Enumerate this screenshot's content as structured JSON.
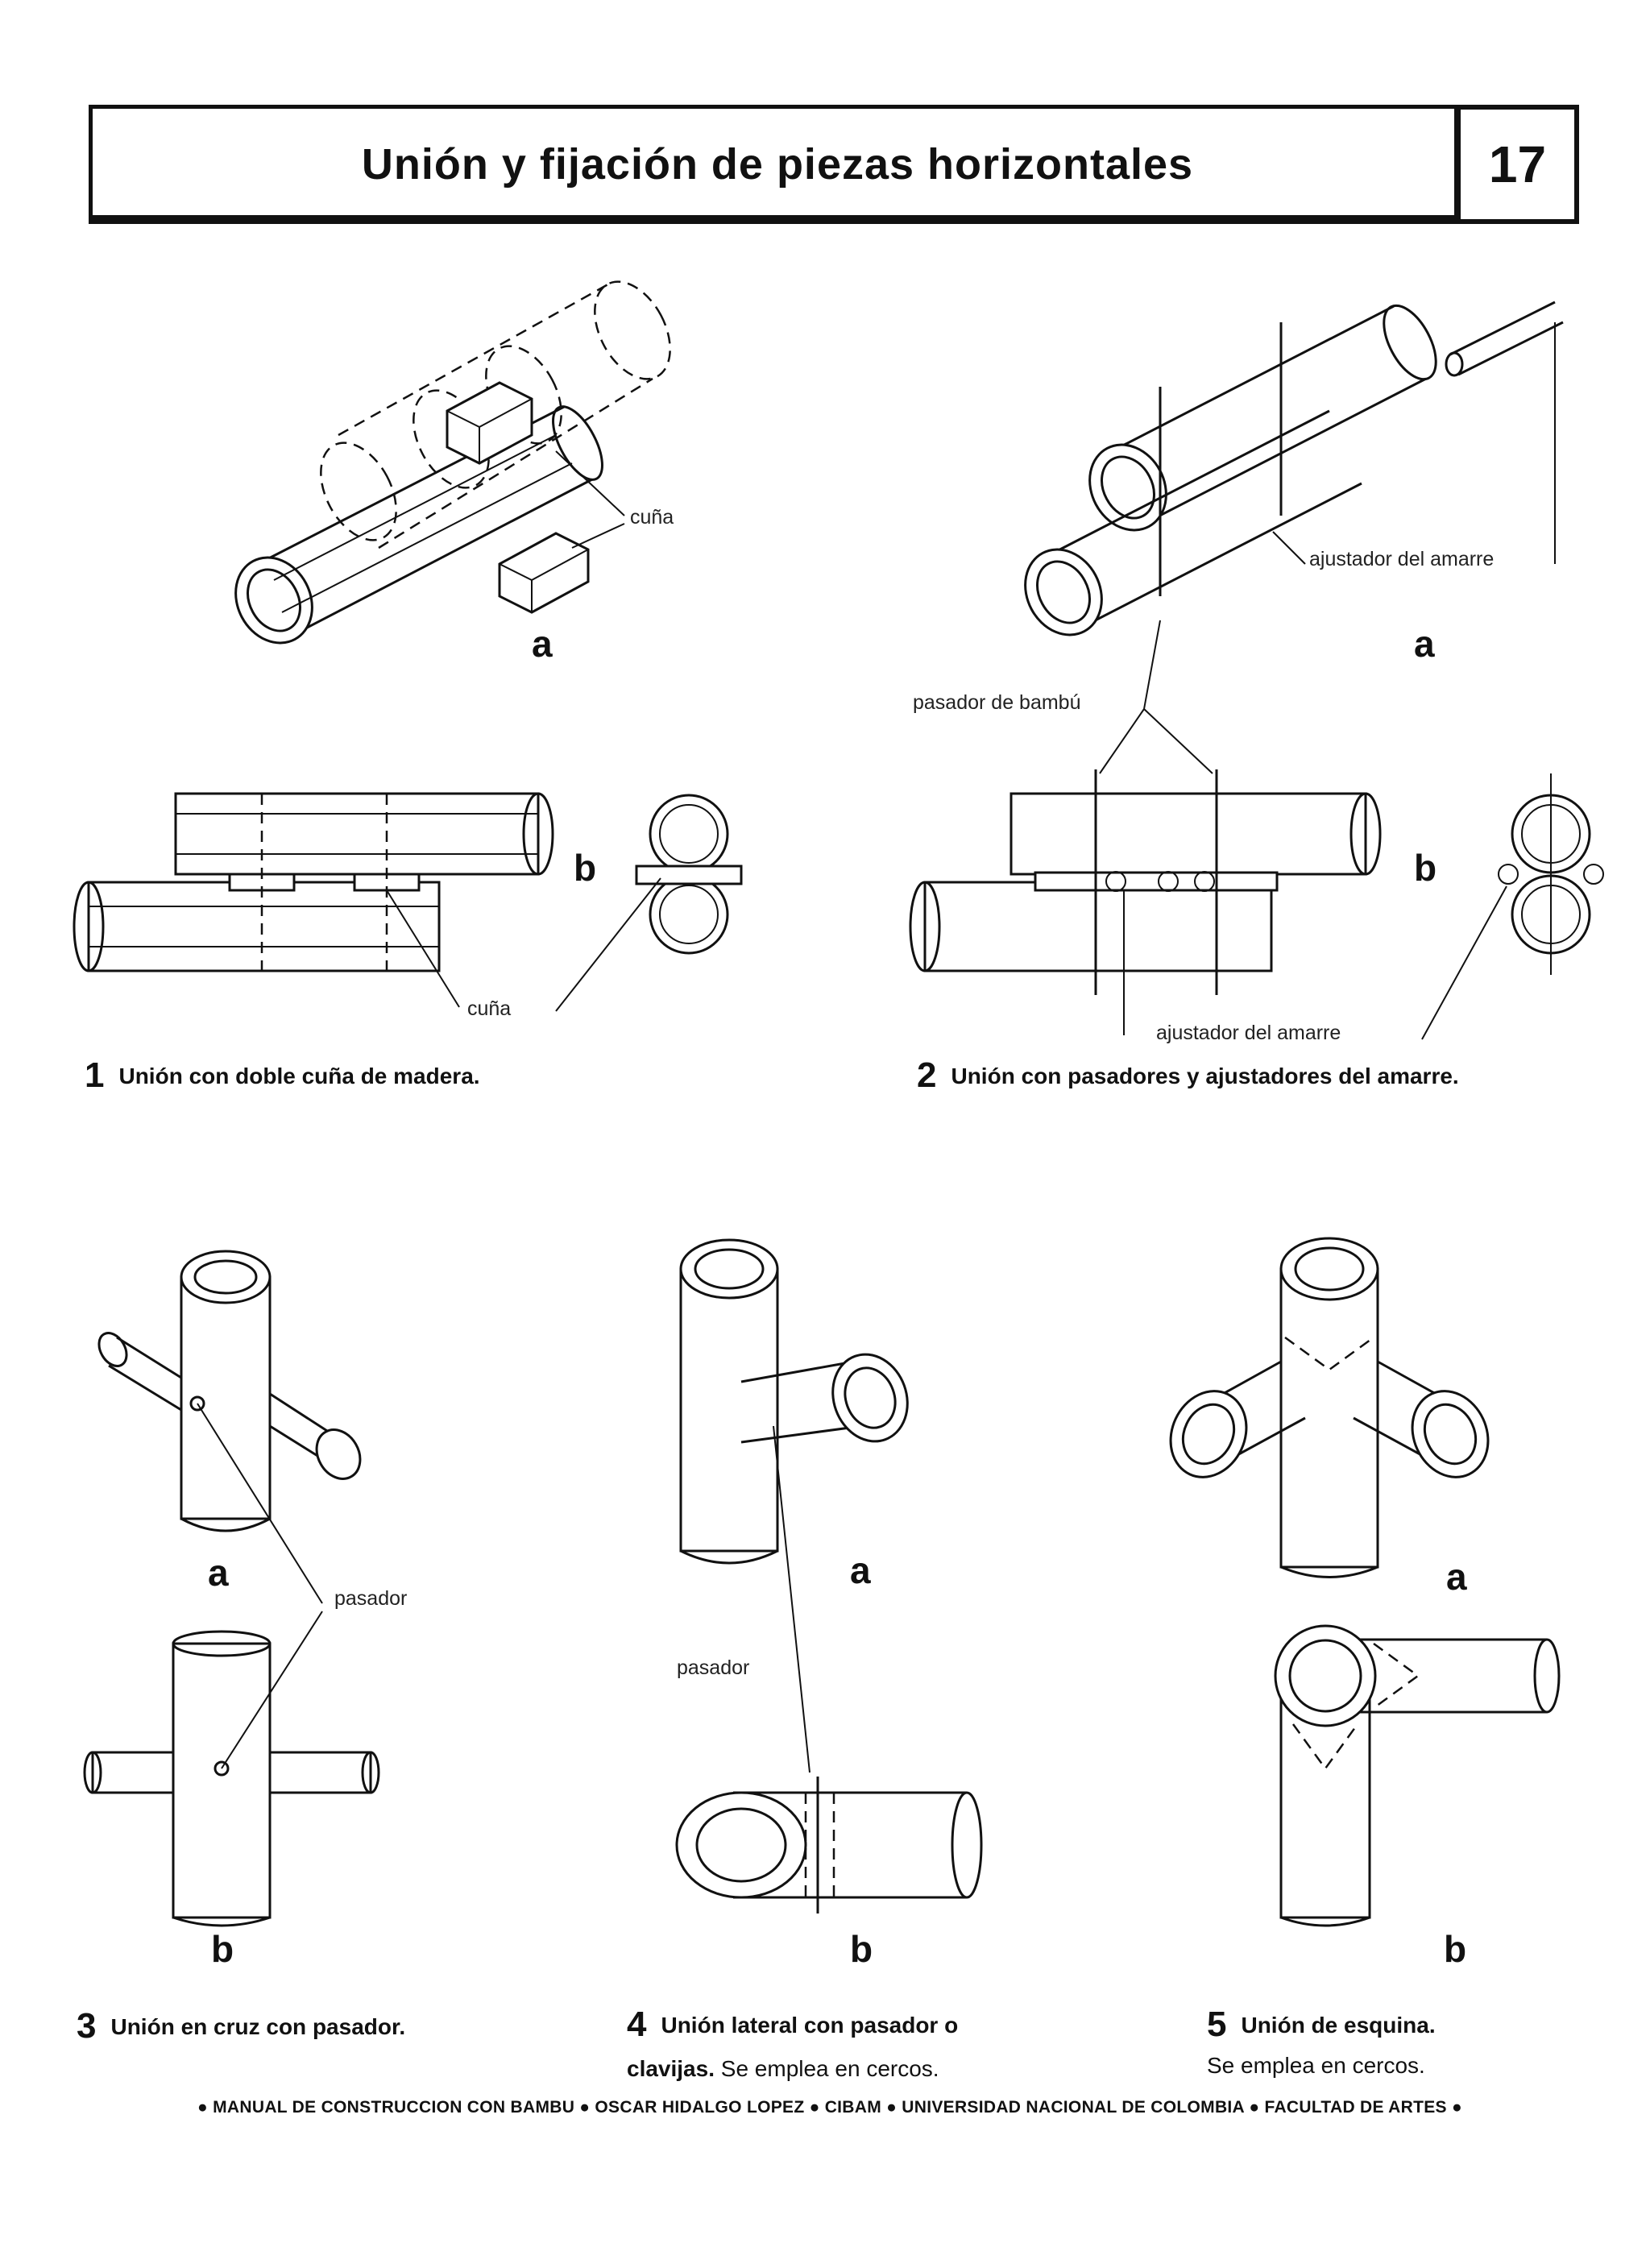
{
  "header": {
    "title": "Unión y fijación de piezas horizontales",
    "page_number": "17"
  },
  "figures": {
    "fig1": {
      "number": "1",
      "caption": "Unión con doble cuña de madera.",
      "letter_a": "a",
      "letter_b": "b",
      "label_cuna_top": "cuña",
      "label_cuna_bottom": "cuña"
    },
    "fig2": {
      "number": "2",
      "caption": "Unión con pasadores y ajustadores del amarre.",
      "letter_a": "a",
      "letter_b": "b",
      "label_ajustador_top": "ajustador del amarre",
      "label_pasador": "pasador de bambú",
      "label_ajustador_bottom": "ajustador del amarre"
    },
    "fig3": {
      "number": "3",
      "caption": "Unión en cruz con pasador.",
      "letter_a": "a",
      "letter_b": "b",
      "label_pasador": "pasador"
    },
    "fig4": {
      "number": "4",
      "caption_bold": "Unión lateral con pasador o",
      "caption_line2_bold": "clavijas.",
      "caption_line2_rest": "Se emplea en cercos.",
      "letter_a": "a",
      "letter_b": "b",
      "label_pasador": "pasador"
    },
    "fig5": {
      "number": "5",
      "caption_bold": "Unión de esquina.",
      "caption_line2": "Se emplea en cercos.",
      "letter_a": "a",
      "letter_b": "b"
    }
  },
  "footer": {
    "text": "● MANUAL DE CONSTRUCCION CON BAMBU ● OSCAR HIDALGO LOPEZ ● CIBAM ● UNIVERSIDAD NACIONAL DE COLOMBIA ● FACULTAD DE ARTES ●"
  }
}
